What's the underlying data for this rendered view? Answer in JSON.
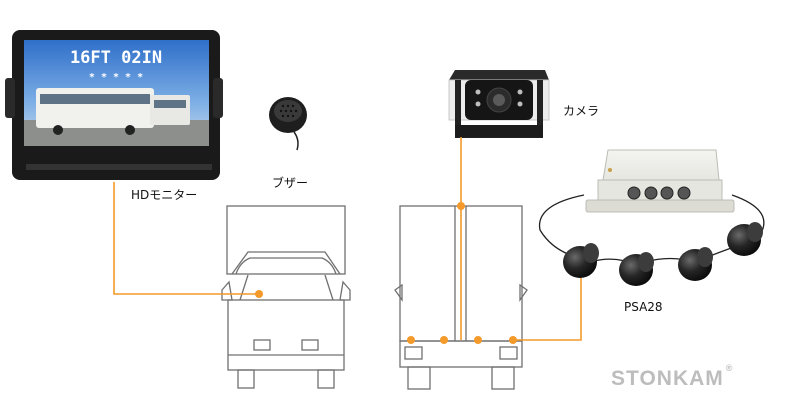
{
  "monitor": {
    "screen_text": "16FT 02IN",
    "stars": "* * * * *",
    "label": "HDモニター"
  },
  "buzzer": {
    "label": "ブザー"
  },
  "camera": {
    "label": "カメラ"
  },
  "sensor_kit": {
    "label": "PSA28"
  },
  "brand": {
    "name": "STONKAM",
    "mark": "®"
  },
  "colors": {
    "wire": "#f39a2a",
    "outline": "#6b6b6b",
    "device": "#1c1c1c"
  }
}
